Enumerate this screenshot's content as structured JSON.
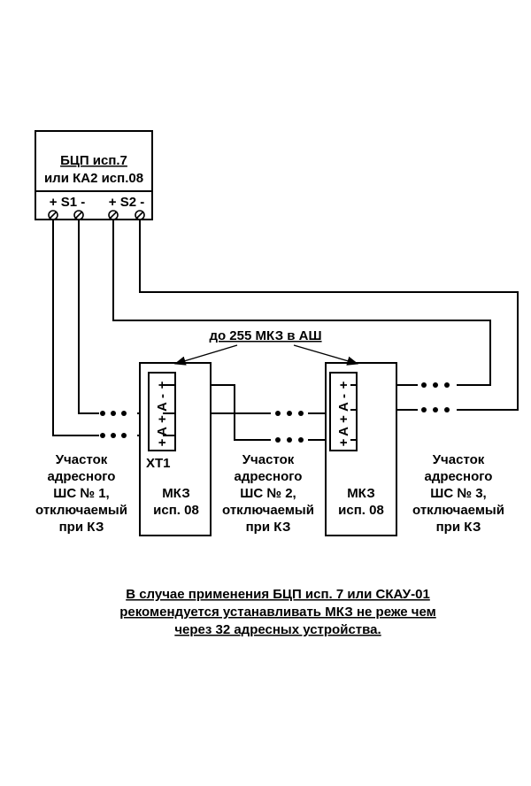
{
  "controller": {
    "line1": "БЦП исп.7",
    "line2": "или КА2 исп.08",
    "terminals_s1": "+ S1 -",
    "terminals_s2": "+ S2 -"
  },
  "arrow_label": "до 255 МКЗ в АШ",
  "xt1_label": "XT1",
  "module_terminals": {
    "top": "+",
    "a_minus": "А -",
    "a_plus": "А +",
    "bottom": "+"
  },
  "modules": [
    {
      "line1": "МКЗ",
      "line2": "исп. 08"
    },
    {
      "line1": "МКЗ",
      "line2": "исп. 08"
    }
  ],
  "sections": [
    {
      "lines": [
        "Участок",
        "адресного",
        "ШС № 1,",
        "отключаемый",
        "при КЗ"
      ]
    },
    {
      "lines": [
        "Участок",
        "адресного",
        "ШС № 2,",
        "отключаемый",
        "при КЗ"
      ]
    },
    {
      "lines": [
        "Участок",
        "адресного",
        "ШС № 3,",
        "отключаемый",
        "при КЗ"
      ]
    }
  ],
  "note": {
    "line1": "В случае применения БЦП исп. 7 или СКАУ-01",
    "line2": "рекомендуется устанавливать МКЗ не реже чем",
    "line3": "через 32 адресных устройства."
  }
}
